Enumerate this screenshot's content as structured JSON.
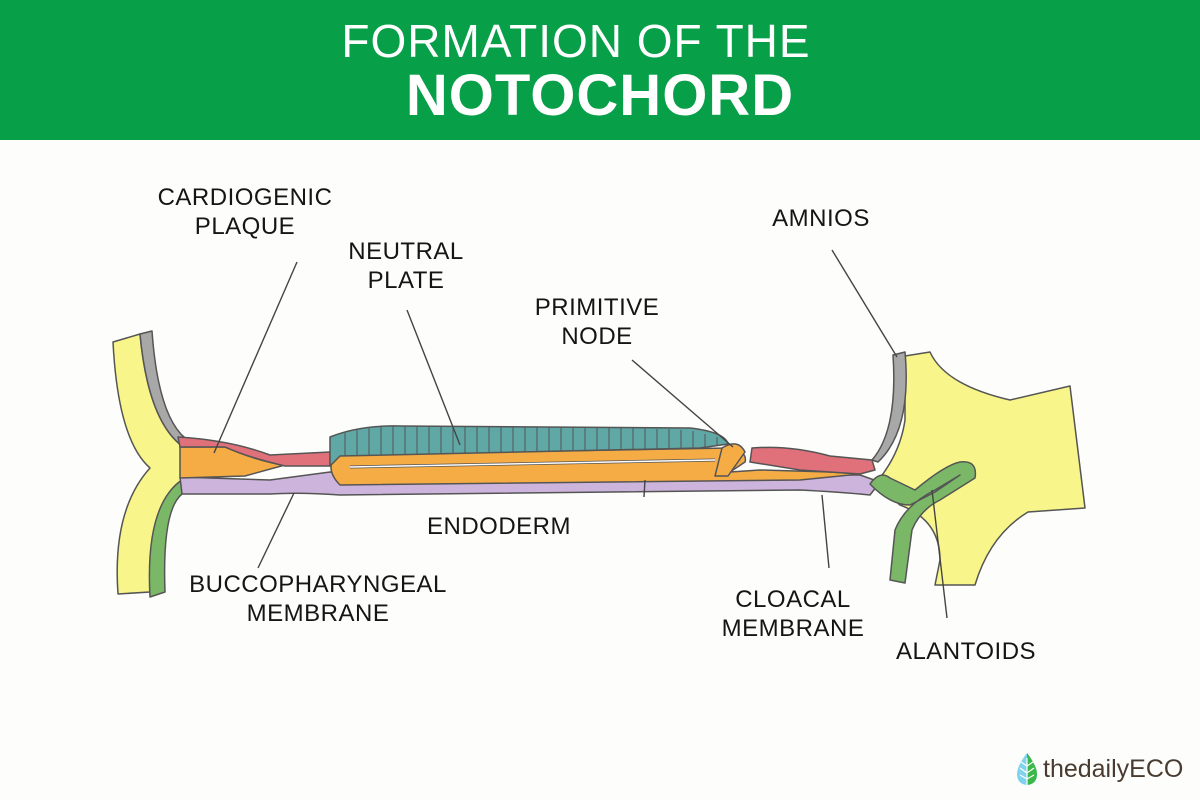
{
  "header": {
    "title_line1": "FORMATION OF THE",
    "title_line2": "NOTOCHORD",
    "background": "#079f48"
  },
  "labels": {
    "cardiogenic_1": "CARDIOGENIC",
    "cardiogenic_2": "PLAQUE",
    "neutral_1": "NEUTRAL",
    "neutral_2": "PLATE",
    "primitive_1": "PRIMITIVE",
    "primitive_2": "NODE",
    "amnios": "AMNIOS",
    "endoderm": "ENDODERM",
    "bucco_1": "BUCCOPHARYNGEAL",
    "bucco_2": "MEMBRANE",
    "cloacal_1": "CLOACAL",
    "cloacal_2": "MEMBRANE",
    "alantoids": "ALANTOIDS"
  },
  "colors": {
    "yellow": "#f8f58a",
    "orange": "#f5ac45",
    "teal": "#5fa8a6",
    "red": "#e0707a",
    "purple": "#cdb4dc",
    "green": "#7ab867",
    "grey": "#a8a8a8"
  },
  "logo": {
    "text": "thedailyECO"
  }
}
